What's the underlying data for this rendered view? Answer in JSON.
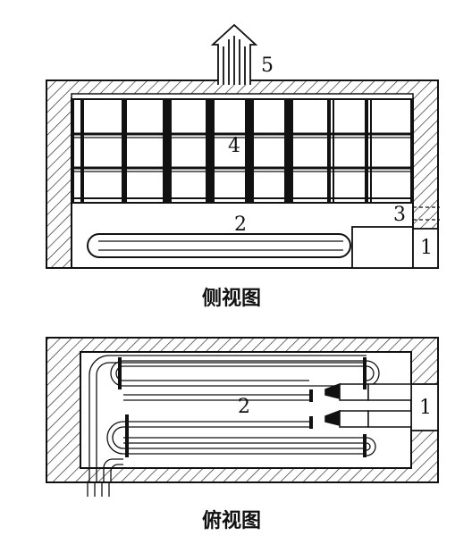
{
  "labels": {
    "n1_side": "1",
    "n2_side": "2",
    "n3_side": "3",
    "n4_side": "4",
    "n5_side": "5",
    "n1_top": "1",
    "n2_top": "2"
  },
  "captions": {
    "side_view": "侧视图",
    "top_view": "俯视图"
  }
}
